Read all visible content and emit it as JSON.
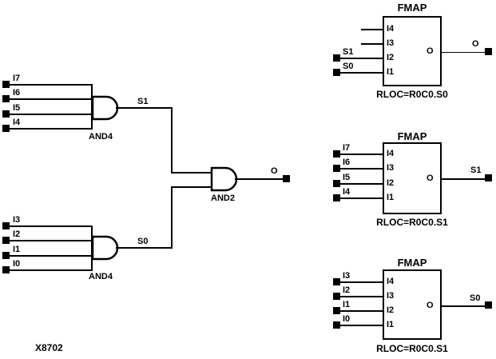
{
  "colors": {
    "ink": "#000000",
    "background": "#ffffff"
  },
  "figure": {
    "id": "X8702"
  },
  "gates": {
    "and4_top": {
      "label": "AND4",
      "inputs": [
        "I7",
        "I6",
        "I5",
        "I4"
      ],
      "output_net": "S1"
    },
    "and4_bottom": {
      "label": "AND4",
      "inputs": [
        "I3",
        "I2",
        "I1",
        "I0"
      ],
      "output_net": "S0"
    },
    "and2": {
      "label": "AND2",
      "output_net": "O"
    }
  },
  "fmap_blocks": [
    {
      "title": "FMAP",
      "rloc": "RLOC=R0C0.S0",
      "input_pins": [
        "I4",
        "I3",
        "I2",
        "I1"
      ],
      "input_nets": [
        "",
        "",
        "S1",
        "S0"
      ],
      "output_pin": "O",
      "output_net": "O"
    },
    {
      "title": "FMAP",
      "rloc": "RLOC=R0C0.S1",
      "input_pins": [
        "I4",
        "I3",
        "I2",
        "I1"
      ],
      "input_nets": [
        "I7",
        "I6",
        "I5",
        "I4"
      ],
      "output_pin": "O",
      "output_net": "S1"
    },
    {
      "title": "FMAP",
      "rloc": "RLOC=R0C0.S1",
      "input_pins": [
        "I4",
        "I3",
        "I2",
        "I1"
      ],
      "input_nets": [
        "I3",
        "I2",
        "I1",
        "I0"
      ],
      "output_pin": "O",
      "output_net": "S0"
    }
  ]
}
